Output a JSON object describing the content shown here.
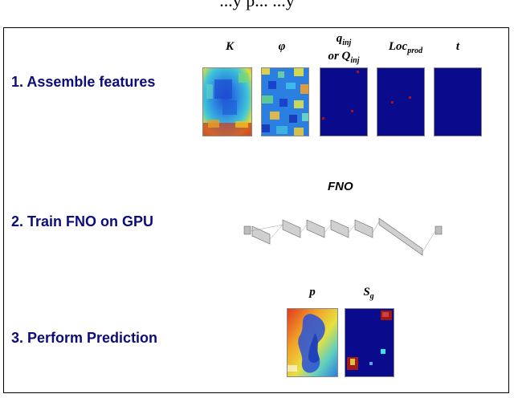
{
  "header_text": "...y p... ...y",
  "steps": [
    {
      "label": "1.  Assemble features"
    },
    {
      "label": "2. Train FNO on GPU"
    },
    {
      "label": "3. Perform Prediction"
    }
  ],
  "feature_labels": {
    "k": "K",
    "phi": "φ",
    "q_main": "q",
    "q_sub": "inj",
    "or_text": "or Q",
    "or_sub": "inj",
    "loc_main": "Loc",
    "loc_sub": "prod",
    "t": "t"
  },
  "fno": {
    "title": "FNO"
  },
  "prediction_labels": {
    "p": "p",
    "sg_main": "S",
    "sg_sub": "g"
  },
  "colors": {
    "step_text": "#0c0c7a",
    "field_blue": "#0a0a8c",
    "hot_red": "#b01010"
  }
}
